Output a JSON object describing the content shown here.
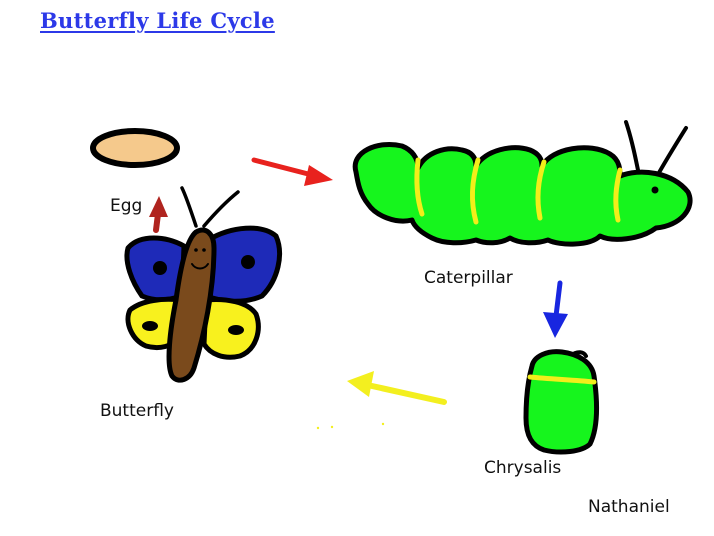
{
  "title": "Butterfly Life Cycle",
  "stages": {
    "egg": "Egg",
    "caterpillar": "Caterpillar",
    "chrysalis": "Chrysalis",
    "butterfly": "Butterfly"
  },
  "author": "Nathaniel",
  "colors": {
    "title": "#2c39e8",
    "egg": "#f5c98c",
    "caterpillar": "#16f51d",
    "caterpillar_stripe": "#f2ee1a",
    "chrysalis": "#16f51d",
    "wing_upper": "#1e2ab8",
    "wing_lower": "#f8f11e",
    "body": "#7a4a1c",
    "arrow_egg_to_caterpillar": "#e8221e",
    "arrow_caterpillar_to_chrysalis": "#1826e0",
    "arrow_chrysalis_to_butterfly": "#f3ef1f",
    "arrow_butterfly_to_egg": "#b0241f"
  }
}
